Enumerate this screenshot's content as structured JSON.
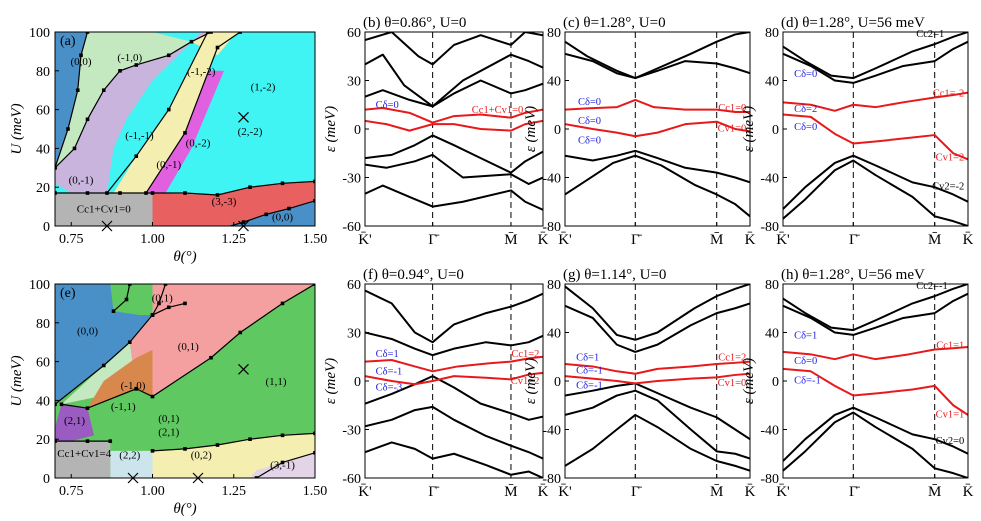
{
  "colors": {
    "blue": "#4a90c8",
    "green": "#c4e8c0",
    "purple": "#c8b4dc",
    "yellow": "#f4eeb0",
    "magenta": "#e060e0",
    "cyan": "#40f4f4",
    "red": "#e86060",
    "gray": "#b4b4b4",
    "green2": "#60c860",
    "pink": "#f4a0a0",
    "orange": "#d8884c",
    "darkpurple": "#9a5cc0",
    "lightblue": "#cce4ec",
    "lavender": "#e4d4e8",
    "band_red": "#e8191a",
    "text_blue": "#2222dd"
  },
  "chart_data": [
    {
      "id": "a",
      "type": "area",
      "panel_label": "(a)",
      "xlabel": "θ(°)",
      "ylabel": "U (meV)",
      "xlim": [
        0.7,
        1.5
      ],
      "ylim": [
        0,
        100
      ],
      "xticks": [
        "0.75",
        "1.00",
        "1.25",
        "1.50"
      ],
      "yticks": [
        "0",
        "20",
        "40",
        "60",
        "80",
        "100"
      ],
      "regions": [
        {
          "label": "(0,0)",
          "x": 0.78,
          "y": 85
        },
        {
          "label": "(-1,0)",
          "x": 0.93,
          "y": 87
        },
        {
          "label": "(-1,-1)",
          "x": 0.96,
          "y": 47
        },
        {
          "label": "(0,-1)",
          "x": 0.78,
          "y": 24
        },
        {
          "label": "(0,-1)",
          "x": 1.05,
          "y": 32
        },
        {
          "label": "(0,-2)",
          "x": 1.14,
          "y": 43
        },
        {
          "label": "(-1,-2)",
          "x": 1.15,
          "y": 80
        },
        {
          "label": "(1,-2)",
          "x": 1.34,
          "y": 72
        },
        {
          "label": "(2,-2)",
          "x": 1.3,
          "y": 49
        },
        {
          "label": "(3,-3)",
          "x": 1.22,
          "y": 13
        },
        {
          "label": "(0,0)",
          "x": 1.4,
          "y": 5
        },
        {
          "label": "Cc1+Cv1=0",
          "x": 0.85,
          "y": 9
        }
      ],
      "markers": [
        {
          "x": 0.86,
          "y": 0
        },
        {
          "x": 1.28,
          "y": 0
        },
        {
          "x": 1.28,
          "y": 56
        }
      ]
    },
    {
      "id": "e",
      "type": "area",
      "panel_label": "(e)",
      "xlabel": "θ(°)",
      "ylabel": "U (meV)",
      "xlim": [
        0.7,
        1.5
      ],
      "ylim": [
        0,
        100
      ],
      "xticks": [
        "0.75",
        "1.00",
        "1.25",
        "1.50"
      ],
      "yticks": [
        "0",
        "20",
        "40",
        "60",
        "80",
        "100"
      ],
      "regions": [
        {
          "label": "(0,1)",
          "x": 1.03,
          "y": 93
        },
        {
          "label": "(0,0)",
          "x": 0.8,
          "y": 76
        },
        {
          "label": "(0,1)",
          "x": 1.11,
          "y": 68
        },
        {
          "label": "(-1,0)",
          "x": 0.94,
          "y": 48
        },
        {
          "label": "(-1,1)",
          "x": 0.91,
          "y": 37
        },
        {
          "label": "(0,1)",
          "x": 1.05,
          "y": 31
        },
        {
          "label": "(2,1)",
          "x": 1.05,
          "y": 24
        },
        {
          "label": "(2,1)",
          "x": 0.76,
          "y": 30
        },
        {
          "label": "(1,1)",
          "x": 1.38,
          "y": 50
        },
        {
          "label": "(2,2)",
          "x": 0.93,
          "y": 12
        },
        {
          "label": "(0,2)",
          "x": 1.15,
          "y": 12
        },
        {
          "label": "(3,-1)",
          "x": 1.4,
          "y": 7
        },
        {
          "label": "Cc1+Cv1=4",
          "x": 0.79,
          "y": 13
        }
      ],
      "markers": [
        {
          "x": 0.94,
          "y": 0
        },
        {
          "x": 1.14,
          "y": 0
        },
        {
          "x": 1.28,
          "y": 56
        }
      ]
    },
    {
      "id": "b",
      "type": "line",
      "title": "(b) θ=0.86°, U=0",
      "ylabel": "ε (meV)",
      "ylim": [
        -60,
        60
      ],
      "yticks": [
        "-60",
        "-30",
        "0",
        "30",
        "60"
      ],
      "xticks": [
        "K̄'",
        "Γ̄",
        "M̄",
        "K̄"
      ],
      "annotations": [
        "Cδ=0",
        "Cc1+Cv1=0"
      ]
    },
    {
      "id": "c",
      "type": "line",
      "title": "(c) θ=1.28°, U=0",
      "ylabel": "ε (meV)",
      "ylim": [
        -80,
        80
      ],
      "yticks": [
        "-80",
        "-40",
        "0",
        "40",
        "80"
      ],
      "xticks": [
        "K̄'",
        "Γ̄",
        "M̄",
        "K̄"
      ],
      "annotations": [
        "Cδ=0",
        "Cδ=0",
        "Cδ=0",
        "Cc1=0",
        "Cv1=0"
      ]
    },
    {
      "id": "d",
      "type": "line",
      "title": "(d) θ=1.28°, U=56 meV",
      "ylabel": "ε (meV)",
      "ylim": [
        -80,
        80
      ],
      "yticks": [
        "-80",
        "-40",
        "0",
        "40",
        "80"
      ],
      "xticks": [
        "K̄'",
        "Γ̄",
        "M̄",
        "K̄"
      ],
      "annotations": [
        "Cc2=1",
        "Cδ=0",
        "Cc1=-2",
        "Cδ=2",
        "Cδ=0",
        "Cv1=2",
        "Cv2=-2"
      ]
    },
    {
      "id": "f",
      "type": "line",
      "title": "(f) θ=0.94°, U=0",
      "ylabel": "ε (meV)",
      "ylim": [
        -60,
        60
      ],
      "yticks": [
        "-60",
        "-30",
        "0",
        "30",
        "60"
      ],
      "xticks": [
        "K̄'",
        "Γ̄",
        "M̄",
        "K̄"
      ],
      "annotations": [
        "Cδ=1",
        "Cδ=-1",
        "Cδ=-3",
        "Cc1=2",
        "Cv1=2"
      ]
    },
    {
      "id": "g",
      "type": "line",
      "title": "(g) θ=1.14°, U=0",
      "ylabel": "ε (meV)",
      "ylim": [
        -80,
        80
      ],
      "yticks": [
        "-80",
        "-40",
        "0",
        "40",
        "80"
      ],
      "xticks": [
        "K̄'",
        "Γ̄",
        "M̄",
        "K̄"
      ],
      "annotations": [
        "Cδ=1",
        "Cδ=-1",
        "Cδ=-1",
        "Cc1=2",
        "Cv1=0"
      ]
    },
    {
      "id": "h",
      "type": "line",
      "title": "(h) θ=1.28°, U=56 meV",
      "ylabel": "ε (meV)",
      "ylim": [
        -80,
        80
      ],
      "yticks": [
        "-80",
        "-40",
        "0",
        "40",
        "80"
      ],
      "xticks": [
        "K̄'",
        "Γ̄",
        "M̄",
        "K̄"
      ],
      "annotations": [
        "Cc2=-1",
        "Cδ=1",
        "Cc1=1",
        "Cδ=0",
        "Cδ=-1",
        "Cv1=1",
        "Cv2=0"
      ]
    }
  ]
}
